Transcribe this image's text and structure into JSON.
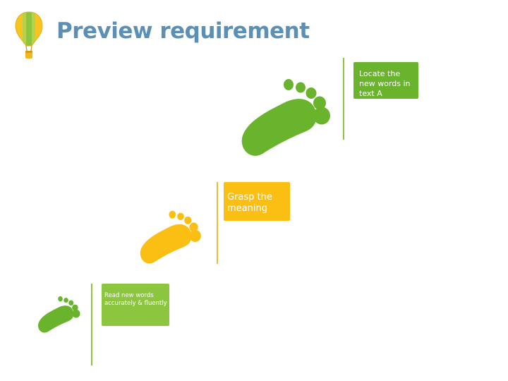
{
  "header": {
    "title": "Preview requirement",
    "icon": "hot-air-balloon-icon"
  },
  "colors": {
    "title": "#5b8fb5",
    "green": "#6ab42d",
    "yellow": "#fbbf13",
    "line_green": "#8cc63f",
    "line_yellow": "#e8be35"
  },
  "steps": [
    {
      "label": "Locate the new words in text A",
      "icon": "green-footprint-icon"
    },
    {
      "label": "Grasp the meaning",
      "icon": "yellow-footprint-icon"
    },
    {
      "label": "Read new words accurately & fluently",
      "icon": "green-footprint-icon"
    }
  ]
}
